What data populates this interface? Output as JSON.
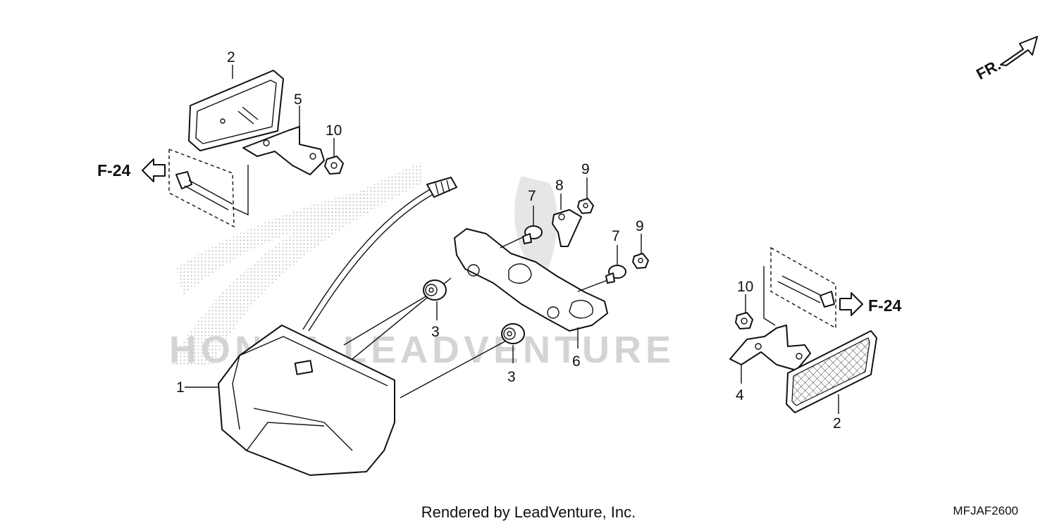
{
  "diagram": {
    "callouts": {
      "p1": "1",
      "p2_left": "2",
      "p2_right": "2",
      "p3_a": "3",
      "p3_b": "3",
      "p4": "4",
      "p5": "5",
      "p6": "6",
      "p7_a": "7",
      "p7_b": "7",
      "p8": "8",
      "p9_a": "9",
      "p9_b": "9",
      "p10_left": "10",
      "p10_right": "10"
    },
    "refs": {
      "left": "F-24",
      "right": "F-24"
    },
    "front_indicator": "FR.",
    "watermark": "HONDA LEADVENTURE",
    "footer": "Rendered by LeadVenture, Inc.",
    "diagram_code": "MFJAF2600"
  }
}
